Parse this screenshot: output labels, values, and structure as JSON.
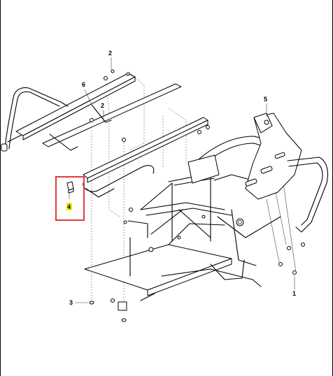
{
  "diagram": {
    "callouts": [
      {
        "id": "2a",
        "label": "2"
      },
      {
        "id": "6",
        "label": "6"
      },
      {
        "id": "2b",
        "label": "2"
      },
      {
        "id": "5",
        "label": "5"
      },
      {
        "id": "4",
        "label": "4"
      },
      {
        "id": "3",
        "label": "3"
      },
      {
        "id": "1",
        "label": "1"
      }
    ],
    "highlight": {
      "part_label": "4",
      "box_color": "#e33a3a",
      "marker_color": "#f2e600"
    }
  }
}
